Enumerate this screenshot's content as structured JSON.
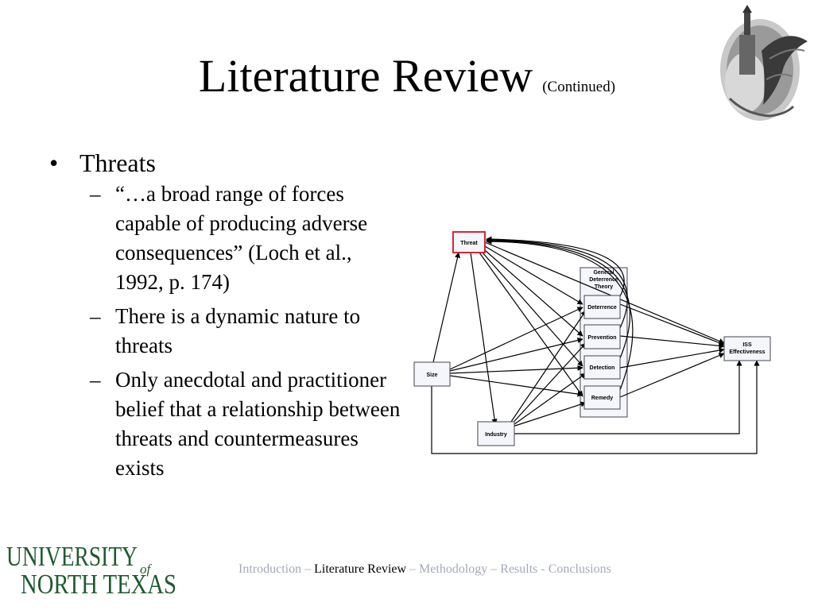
{
  "slide": {
    "title": "Literature Review",
    "title_sub": "(Continued)"
  },
  "bullets": {
    "topic": "Threats",
    "items": [
      "“…a broad range of forces capable of producing adverse consequences” (Loch et al., 1992, p. 174)",
      "There is a dynamic nature to threats",
      "Only anecdotal and practitioner belief that a relationship between threats and countermeasures exists"
    ]
  },
  "diagram": {
    "nodes": {
      "threat": "Threat",
      "gdt_l1": "General",
      "gdt_l2": "Deterrence",
      "gdt_l3": "Theory",
      "deterrence": "Deterrence",
      "prevention": "Prevention",
      "detection": "Detection",
      "remedy": "Remedy",
      "size": "Size",
      "industry": "Industry",
      "iss_l1": "ISS",
      "iss_l2": "Effectiveness"
    },
    "colors": {
      "threat_border": "#d7262e",
      "box_fill": "#f4f6fb"
    }
  },
  "footer": {
    "intro": "Introduction",
    "lit": "Literature Review",
    "method": "Methodology",
    "results": "Results",
    "concl": "Conclusions",
    "sep_dash": "–",
    "sep_hyphen": "-"
  },
  "logo": {
    "line1": "UNIVERSITY",
    "of": "of",
    "line2": "NORTH TEXAS"
  }
}
